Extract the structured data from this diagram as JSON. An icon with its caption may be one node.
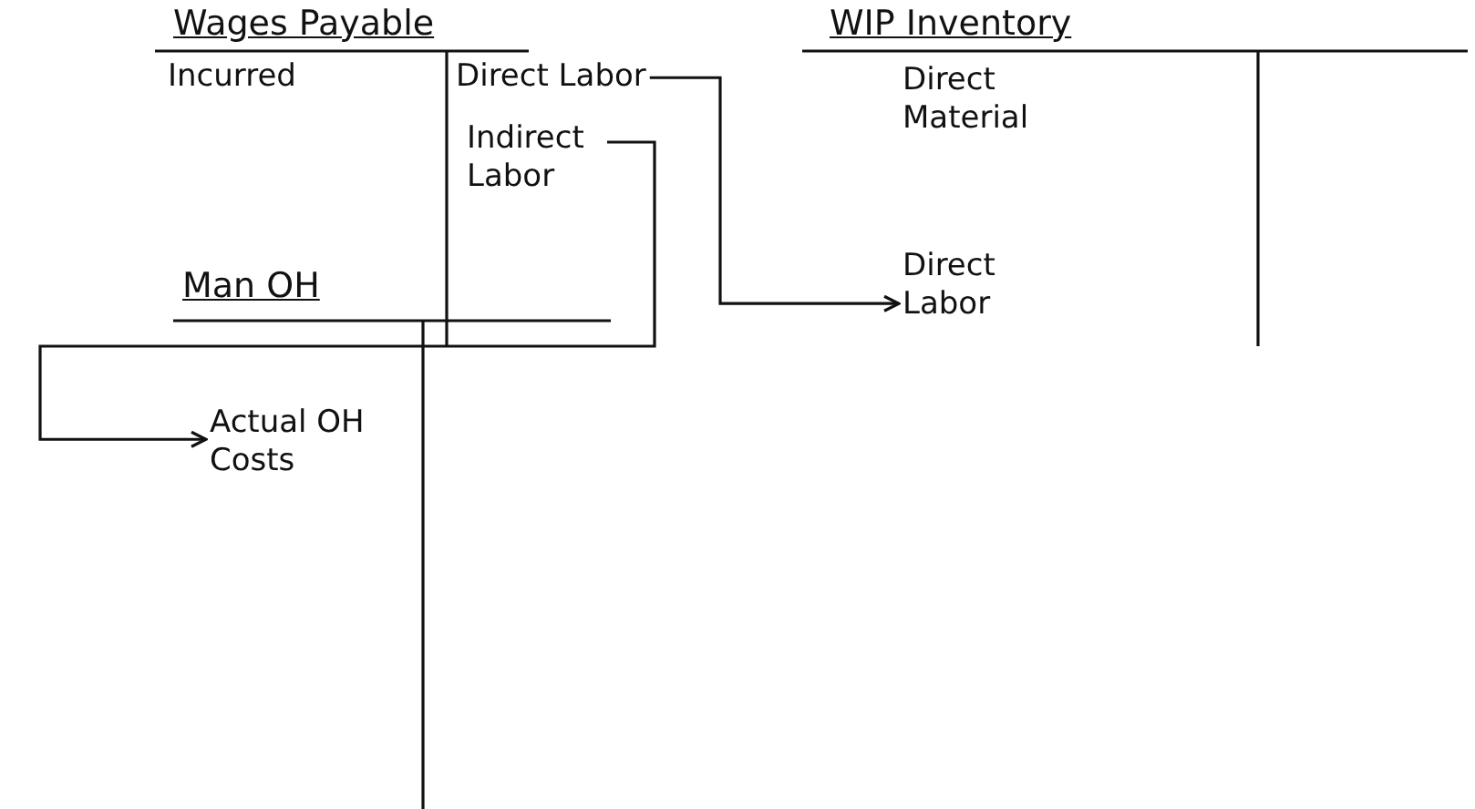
{
  "diagram": {
    "nodes": [
      {
        "text": [
          "Wages Payable"
        ]
      },
      {
        "text": [
          "Incurred"
        ]
      },
      {
        "text": [
          "Direct Labor"
        ]
      },
      {
        "text": [
          "Indirect Labor"
        ]
      },
      {
        "text": [
          "WIP Inventory"
        ]
      },
      {
        "text": [
          "Direct Material"
        ]
      },
      {
        "text": [
          "Direct Labor"
        ]
      },
      {
        "text": [
          "Man OH"
        ]
      },
      {
        "text": [
          "Actual OH Costs"
        ]
      }
    ],
    "edges": [
      {
        "from": 2,
        "to": 6,
        "arrow": "to"
      },
      {
        "from": 3,
        "to": 8,
        "arrow": "to"
      }
    ]
  }
}
